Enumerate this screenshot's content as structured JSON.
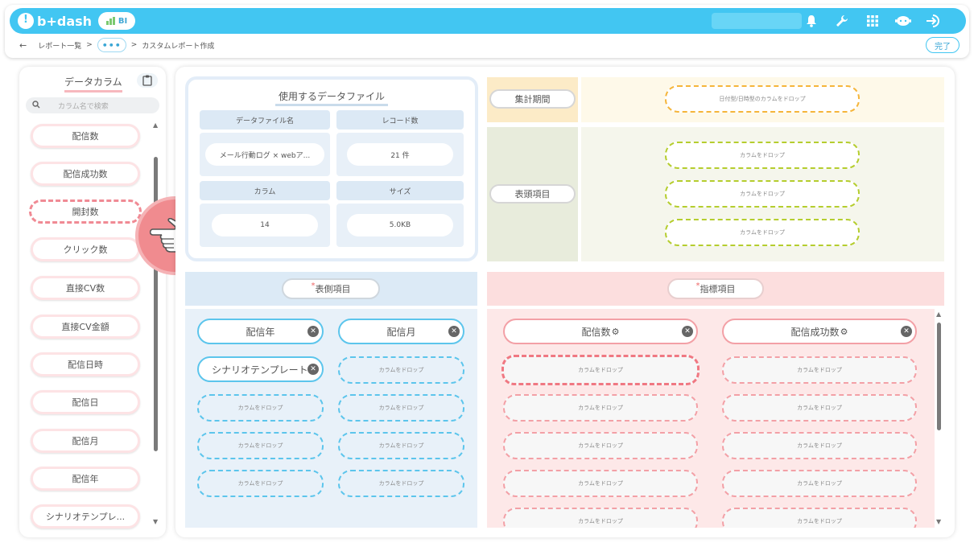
{
  "app": {
    "brand": "b+dash",
    "badge": "BI"
  },
  "header_icons": [
    "bell-icon",
    "wrench-icon",
    "grid-icon",
    "chat-icon",
    "logout-icon"
  ],
  "breadcrumb": {
    "back": "←",
    "list": "レポート一覧",
    "sep1": ">",
    "dots": "•••",
    "sep2": ">",
    "current": "カスタムレポート作成"
  },
  "done_label": "完了",
  "sidebar": {
    "title": "データカラム",
    "search_placeholder": "カラム名で検索",
    "columns": [
      "配信数",
      "配信成功数",
      "開封数",
      "クリック数",
      "直接CV数",
      "直接CV金額",
      "配信日時",
      "配信日",
      "配信月",
      "配信年",
      "シナリオテンプレ..."
    ]
  },
  "data_file": {
    "title": "使用するデータファイル",
    "file_name_header": "データファイル名",
    "file_name": "メール行動ログ × webア...",
    "record_header": "レコード数",
    "record_value": "21 件",
    "column_header": "カラム",
    "column_value": "14",
    "size_header": "サイズ",
    "size_value": "5.0KB"
  },
  "period": {
    "label": "集計期間",
    "drop_hint": "日付型/日時型のカラムをドロップ"
  },
  "header_items": {
    "label": "表頭項目",
    "drop_hint": "カラムをドロップ"
  },
  "side_items": {
    "required_mark": "*",
    "label": "表側項目",
    "chips": [
      "配信年",
      "配信月",
      "シナリオテンプレート"
    ],
    "drop_hint": "カラムをドロップ"
  },
  "metrics": {
    "required_mark": "*",
    "label": "指標項目",
    "chips": [
      "配信数",
      "配信成功数"
    ],
    "drop_hint": "カラムをドロップ"
  },
  "remove_glyph": "✕",
  "gear_glyph": "⚙",
  "colors": {
    "accent": "#42c6f2",
    "pink_accent": "#f08a94",
    "period_bg": "#fcebc7",
    "header_bg": "#e8ecdc",
    "side_bg": "#dceaf6",
    "metric_bg": "#fcdede"
  }
}
